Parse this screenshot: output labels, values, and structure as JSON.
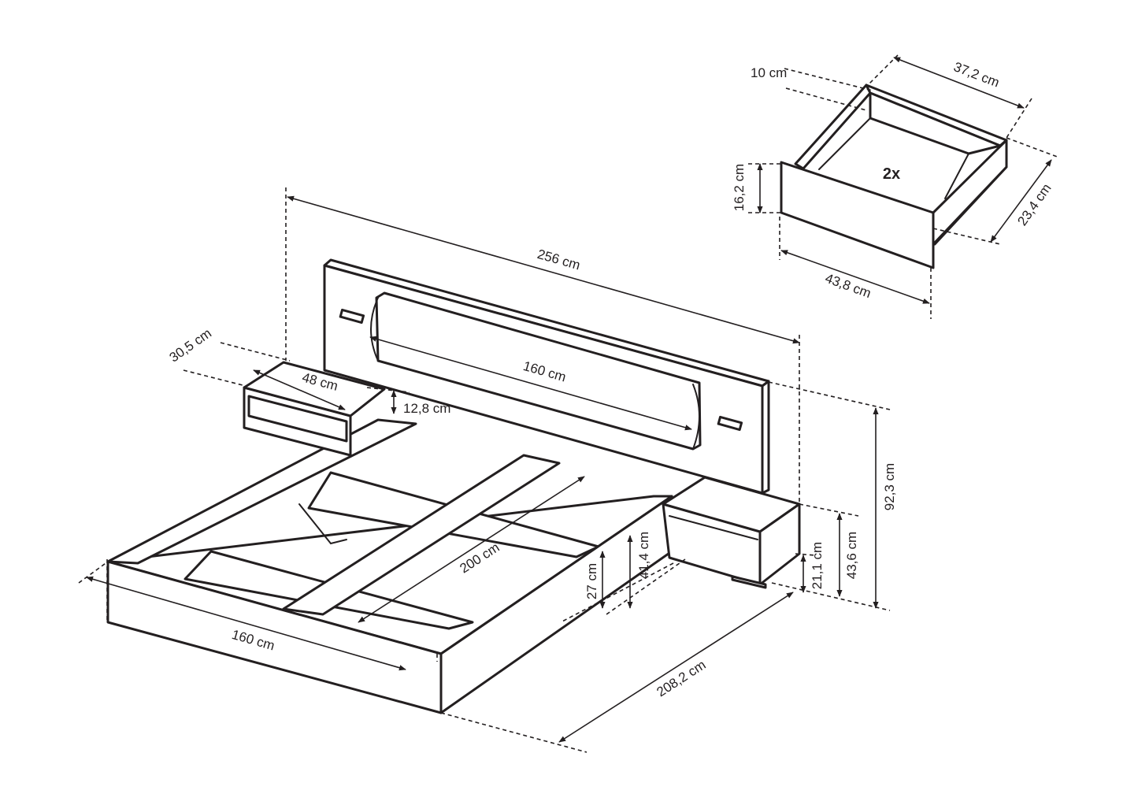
{
  "dimensions": {
    "total_width": "256 cm",
    "headboard_panel": "160 cm",
    "nightstand_depth": "30,5 cm",
    "nightstand_width": "48 cm",
    "nightstand_height": "12,8 cm",
    "mattress_length": "200 cm",
    "mattress_width": "160 cm",
    "frame_height": "27 cm",
    "side_height": "41,4 cm",
    "total_length": "208,2 cm",
    "nightstand_floor_gap": "21,1 cm",
    "nightstand_top_height": "43,6 cm",
    "total_height": "92,3 cm"
  },
  "drawer": {
    "front_height": "10 cm",
    "width": "37,2 cm",
    "depth": "23,4 cm",
    "height": "16,2 cm",
    "front_width": "43,8 cm",
    "quantity": "2x"
  },
  "colors": {
    "line": "#231f20",
    "background": "#ffffff"
  }
}
